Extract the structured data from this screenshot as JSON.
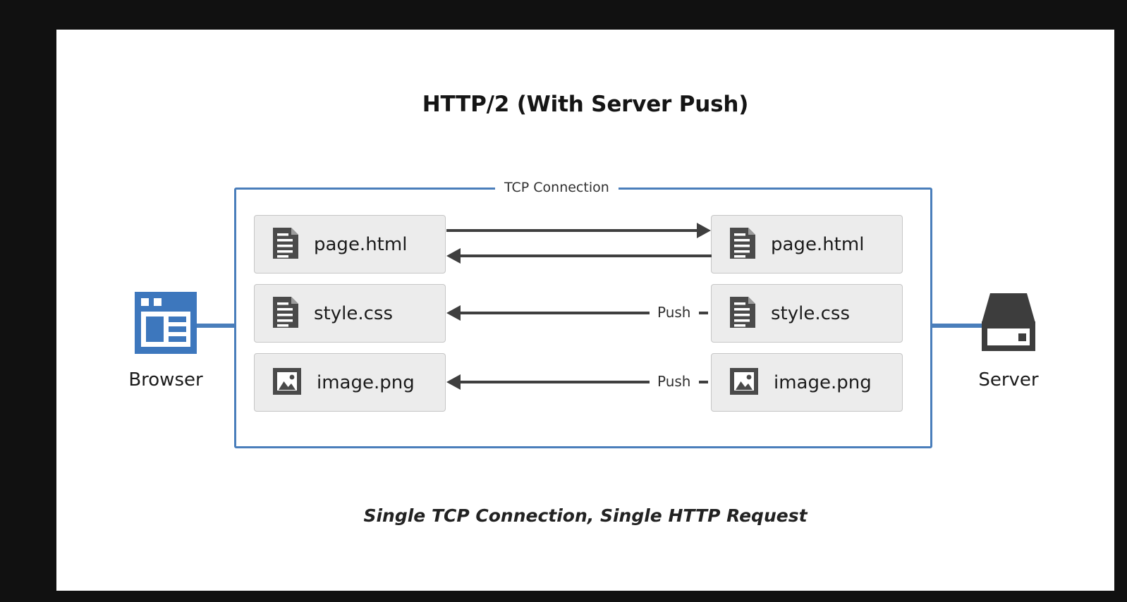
{
  "page": {
    "background_color": "#111111",
    "canvas_color": "#ffffff"
  },
  "diagram": {
    "title": "HTTP/2 (With Server Push)",
    "caption": "Single TCP Connection, Single HTTP Request",
    "connection_label": "TCP Connection",
    "accent_color": "#4a7ebb",
    "arrow_color": "#3f3f3f",
    "box_fill_color": "#ececec"
  },
  "endpoints": {
    "client": {
      "label": "Browser",
      "icon": "browser-window-icon"
    },
    "server": {
      "label": "Server",
      "icon": "server-box-icon"
    }
  },
  "rows": [
    {
      "client_file": {
        "name": "page.html",
        "icon": "document-icon"
      },
      "server_file": {
        "name": "page.html",
        "icon": "document-icon"
      },
      "transfer": "bidirectional",
      "push_label": ""
    },
    {
      "client_file": {
        "name": "style.css",
        "icon": "document-icon"
      },
      "server_file": {
        "name": "style.css",
        "icon": "document-icon"
      },
      "transfer": "server-to-client",
      "push_label": "Push"
    },
    {
      "client_file": {
        "name": "image.png",
        "icon": "image-icon"
      },
      "server_file": {
        "name": "image.png",
        "icon": "image-icon"
      },
      "transfer": "server-to-client",
      "push_label": "Push"
    }
  ]
}
